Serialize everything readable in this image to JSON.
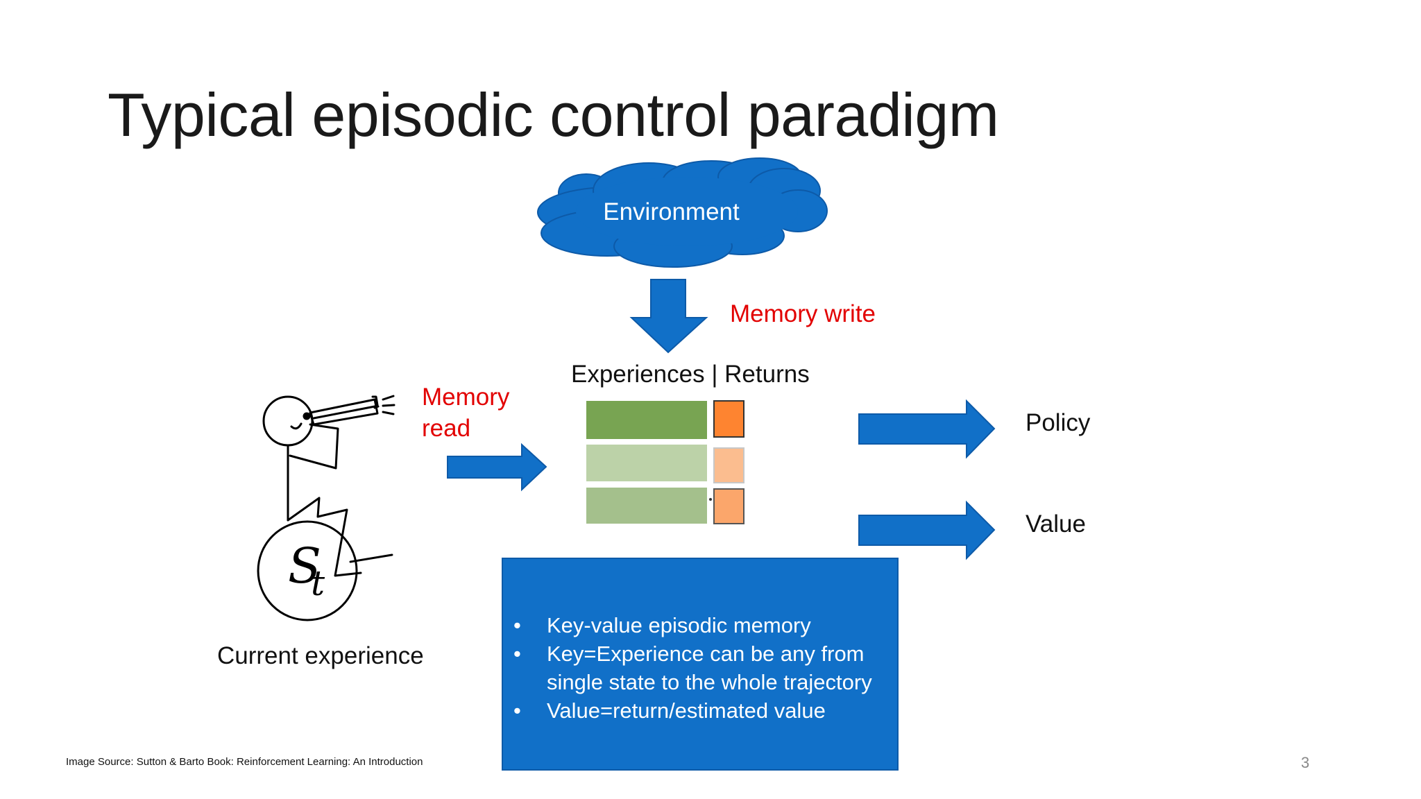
{
  "slide": {
    "title": "Typical episodic control paradigm",
    "page_number": "3",
    "source": "Image Source: Sutton & Barto Book: Reinforcement Learning: An Introduction"
  },
  "diagram": {
    "environment": "Environment",
    "memory_write": "Memory write",
    "memory_read": [
      "Memory",
      "read"
    ],
    "experiences_returns": "Experiences | Returns",
    "policy": "Policy",
    "value": "Value",
    "current_experience": "Current experience",
    "state_symbol": "S",
    "state_subscript": "t"
  },
  "memory_box": {
    "bullets": [
      "Key-value episodic memory",
      "Key=Experience can be any from single state to the whole trajectory",
      "Value=return/estimated value"
    ]
  },
  "colors": {
    "accent_blue": "#1170c8",
    "highlight_red": "#e20000",
    "key_dark_green": "#78a452",
    "key_light_green": "#bcd2a8",
    "key_mid_green": "#a4c08c",
    "value_dark_orange": "#fe8430",
    "value_light_orange": "#fbbd8f",
    "value_mid_orange": "#fba66b"
  }
}
